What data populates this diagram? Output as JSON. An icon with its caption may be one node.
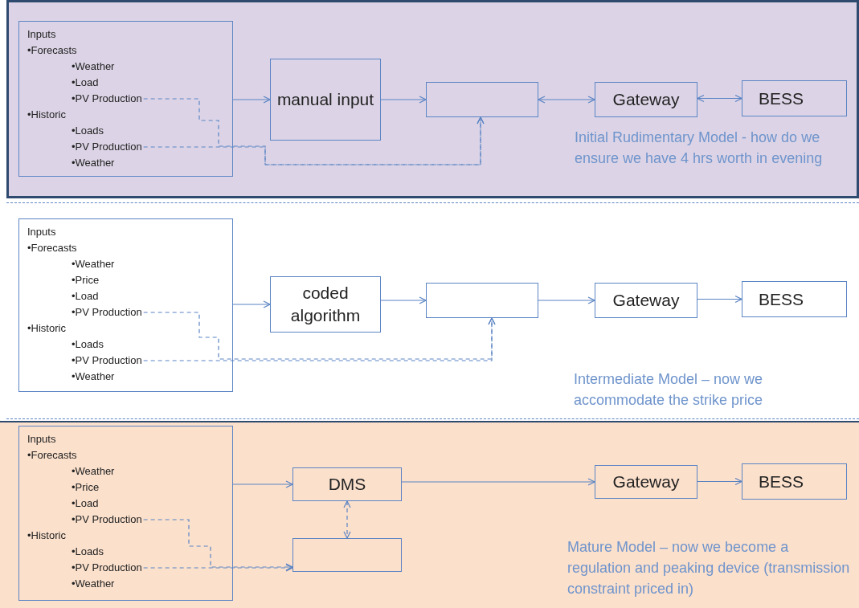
{
  "diagram": {
    "nodes": [
      {
        "text": [
          "Initial Rudimentary Model  - how do we ensure we have 4 hrs worth in evening"
        ]
      },
      {
        "text": [
          "Inputs",
          "•Forecasts",
          "•Weather",
          "•Load",
          "•Historic",
          "•Loads",
          "•Weather"
        ],
        "in": 0
      },
      {
        "text": [
          "•PV Production"
        ],
        "in": 1
      },
      {
        "text": [
          "•PV Production"
        ],
        "in": 1
      },
      {
        "text": [
          "manual input"
        ],
        "in": 0
      },
      {
        "text": [],
        "shape": "box",
        "in": 0
      },
      {
        "text": [
          "Gateway"
        ],
        "in": 0
      },
      {
        "text": [
          "BESS"
        ],
        "in": 0
      },
      {
        "text": [
          "Intermediate Model – now we accommodate the strike price"
        ]
      },
      {
        "text": [
          "Inputs",
          "•Forecasts",
          "•Weather",
          "•Price",
          "•Load",
          "•Historic",
          "•Loads",
          "•Weather"
        ],
        "in": 8
      },
      {
        "text": [
          "•PV Production"
        ],
        "in": 9
      },
      {
        "text": [
          "•PV Production"
        ],
        "in": 9
      },
      {
        "text": [
          "coded algorithm"
        ],
        "in": 8
      },
      {
        "text": [],
        "shape": "box",
        "in": 8
      },
      {
        "text": [
          "Gateway"
        ],
        "in": 8
      },
      {
        "text": [
          "BESS"
        ],
        "in": 8
      },
      {
        "text": [
          "Mature Model – now we become a regulation and peaking device (transmission constraint priced in)"
        ]
      },
      {
        "text": [
          "Inputs",
          "•Forecasts",
          "•Weather",
          "•Price",
          "•Load",
          "•Historic",
          "•Loads",
          "•Weather"
        ],
        "in": 16
      },
      {
        "text": [
          "•PV Production"
        ],
        "in": 17
      },
      {
        "text": [
          "•PV Production"
        ],
        "in": 17
      },
      {
        "text": [
          "DMS"
        ],
        "in": 16
      },
      {
        "text": [],
        "shape": "box",
        "in": 16
      },
      {
        "text": [
          "Gateway"
        ],
        "in": 16
      },
      {
        "text": [
          "BESS"
        ],
        "in": 16
      }
    ],
    "edges": [
      {
        "from": 1,
        "to": 4,
        "arrow": "to"
      },
      {
        "from": 4,
        "to": 5,
        "arrow": "to"
      },
      {
        "from": 5,
        "to": 6,
        "arrow": "both"
      },
      {
        "from": 6,
        "to": 7,
        "arrow": "both"
      },
      {
        "from": 2,
        "to": 5,
        "arrow": "to",
        "style": "dashed"
      },
      {
        "from": 3,
        "to": 5,
        "arrow": "to",
        "style": "dashed"
      },
      {
        "from": 9,
        "to": 12,
        "arrow": "to"
      },
      {
        "from": 12,
        "to": 13,
        "arrow": "to"
      },
      {
        "from": 13,
        "to": 14,
        "arrow": "to"
      },
      {
        "from": 14,
        "to": 15,
        "arrow": "to"
      },
      {
        "from": 10,
        "to": 13,
        "arrow": "to",
        "style": "dashed"
      },
      {
        "from": 11,
        "to": 13,
        "arrow": "to",
        "style": "dashed"
      },
      {
        "from": 17,
        "to": 20,
        "arrow": "to"
      },
      {
        "from": 20,
        "to": 22,
        "arrow": "to"
      },
      {
        "from": 22,
        "to": 23,
        "arrow": "to"
      },
      {
        "from": 20,
        "to": 21,
        "arrow": "both",
        "style": "dashed"
      },
      {
        "from": 18,
        "to": 21,
        "arrow": "to",
        "style": "dashed"
      },
      {
        "from": 19,
        "to": 21,
        "arrow": "to",
        "style": "dashed"
      }
    ]
  }
}
